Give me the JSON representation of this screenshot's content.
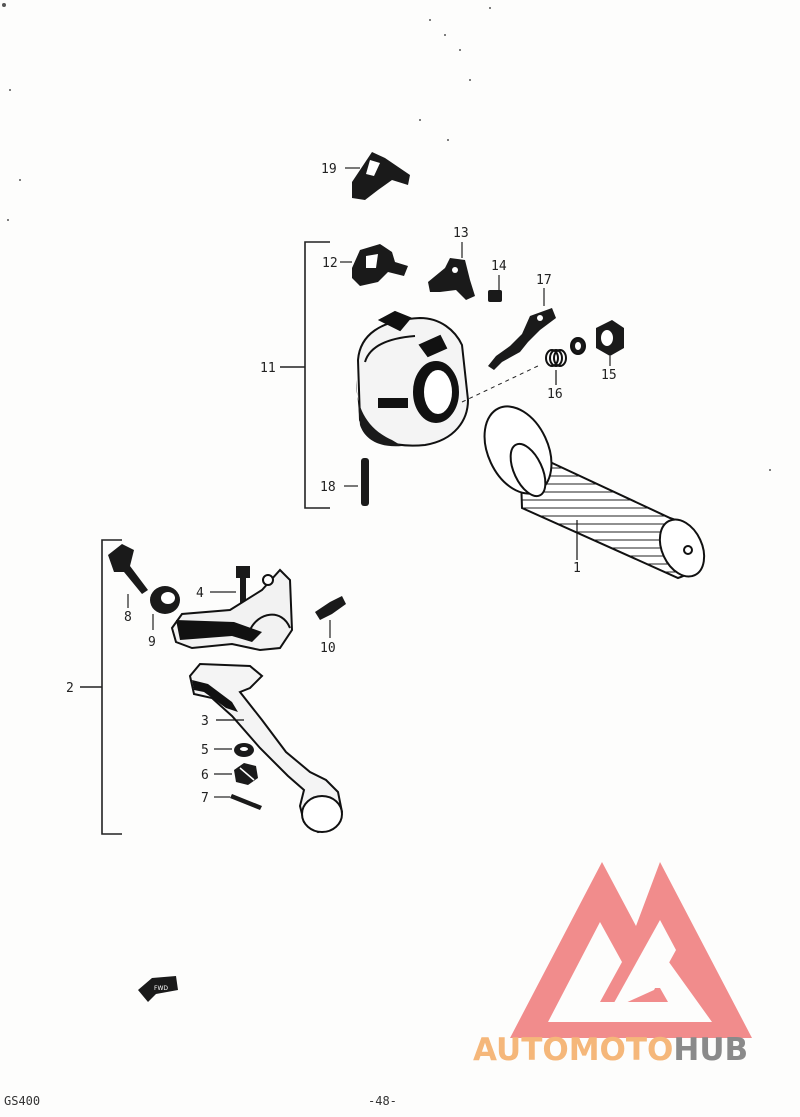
{
  "diagram": {
    "part_labels": {
      "p1": "1",
      "p2": "2",
      "p3": "3",
      "p4": "4",
      "p5": "5",
      "p6": "6",
      "p7": "7",
      "p8": "8",
      "p9": "9",
      "p10": "10",
      "p11": "11",
      "p12": "12",
      "p13": "13",
      "p14": "14",
      "p15": "15",
      "p16": "16",
      "p17": "17",
      "p18": "18",
      "p19": "19"
    },
    "front_arrow_label": "FWD"
  },
  "footer": {
    "model_code": "GS400",
    "page_number": "-48-"
  },
  "watermark": {
    "brand_part1": "AUTOMOTO",
    "brand_part2": "HUB",
    "colors": {
      "logo_red": "#f08080",
      "text_orange": "#f5b77a",
      "text_gray": "#8a8a8a"
    }
  }
}
